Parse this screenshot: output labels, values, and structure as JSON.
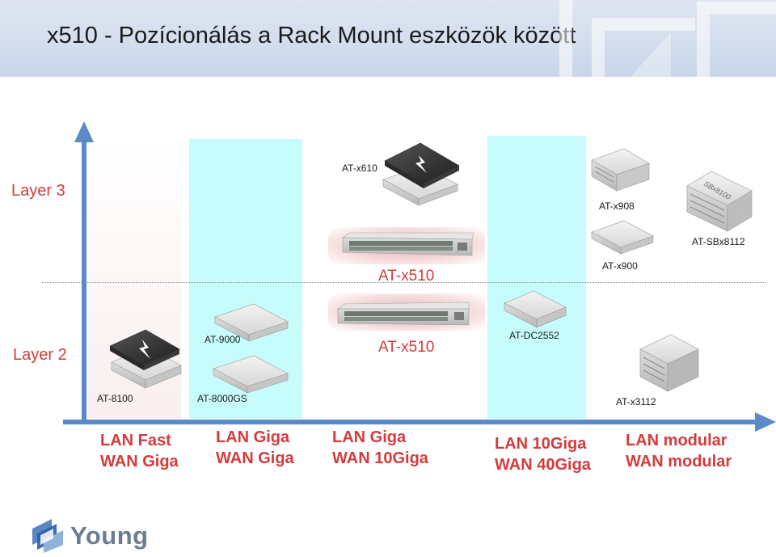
{
  "slide": {
    "title": "x510 - Pozícionálás a Rack Mount eszközök között"
  },
  "layers": {
    "layer3": "Layer 3",
    "layer2": "Layer 2"
  },
  "devices": {
    "x610": "AT-x610",
    "x908": "AT-x908",
    "sbx8112": "AT-SBx8112",
    "x900": "AT-x900",
    "x510_top": "AT-x510",
    "x9000": "AT-9000",
    "x510_bottom": "AT-x510",
    "dc2552": "AT-DC2552",
    "x8100": "AT-8100",
    "x8000gs": "AT-8000GS",
    "x3112": "AT-x3112"
  },
  "device_badges": {
    "sbx8100": "SBx8100"
  },
  "categories": [
    {
      "lan": "LAN Fast",
      "wan": "WAN Giga"
    },
    {
      "lan": "LAN Giga",
      "wan": "WAN Giga"
    },
    {
      "lan": "LAN Giga",
      "wan": "WAN 10Giga"
    },
    {
      "lan": "LAN 10Giga",
      "wan": "WAN 40Giga"
    },
    {
      "lan": "LAN modular",
      "wan": "WAN modular"
    }
  ],
  "logo": {
    "text": "Young",
    "icon": "young-logo-icon"
  },
  "colors": {
    "accent_red": "#d23c3c",
    "axis_blue": "#5b8ac8",
    "band_cyan": "#c6fcfc",
    "header_blue": "#c9d6ea"
  }
}
